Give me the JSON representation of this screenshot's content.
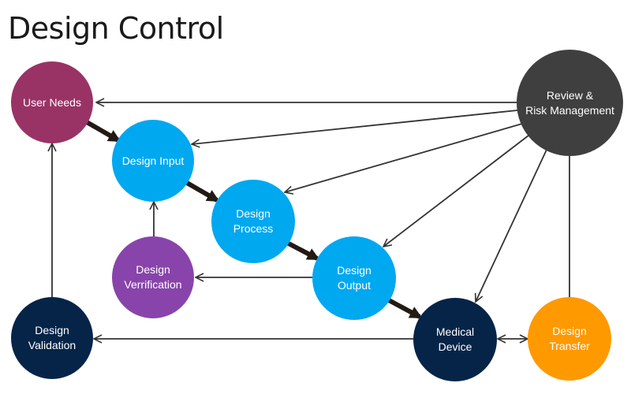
{
  "title": "Design Control",
  "colors": {
    "user_needs": "#993366",
    "design_blue": "#00a8f0",
    "verification": "#8844aa",
    "dark_navy": "#062447",
    "transfer": "#ff9900",
    "review": "#3f3f3f",
    "thin_arrow": "#333333",
    "thick_arrow": "#231a14"
  },
  "nodes": {
    "user_needs": {
      "line1": "User Needs"
    },
    "design_input": {
      "line1": "Design Input"
    },
    "design_process": {
      "line1": "Design",
      "line2": "Process"
    },
    "design_output": {
      "line1": "Design",
      "line2": "Output"
    },
    "design_verification": {
      "line1": "Design",
      "line2": "Verrification"
    },
    "design_validation": {
      "line1": "Design",
      "line2": "Validation"
    },
    "medical_device": {
      "line1": "Medical",
      "line2": "Device"
    },
    "design_transfer": {
      "line1": "Design",
      "line2": "Transfer"
    },
    "review": {
      "line1": "Review &",
      "line2": "Risk Management"
    }
  }
}
